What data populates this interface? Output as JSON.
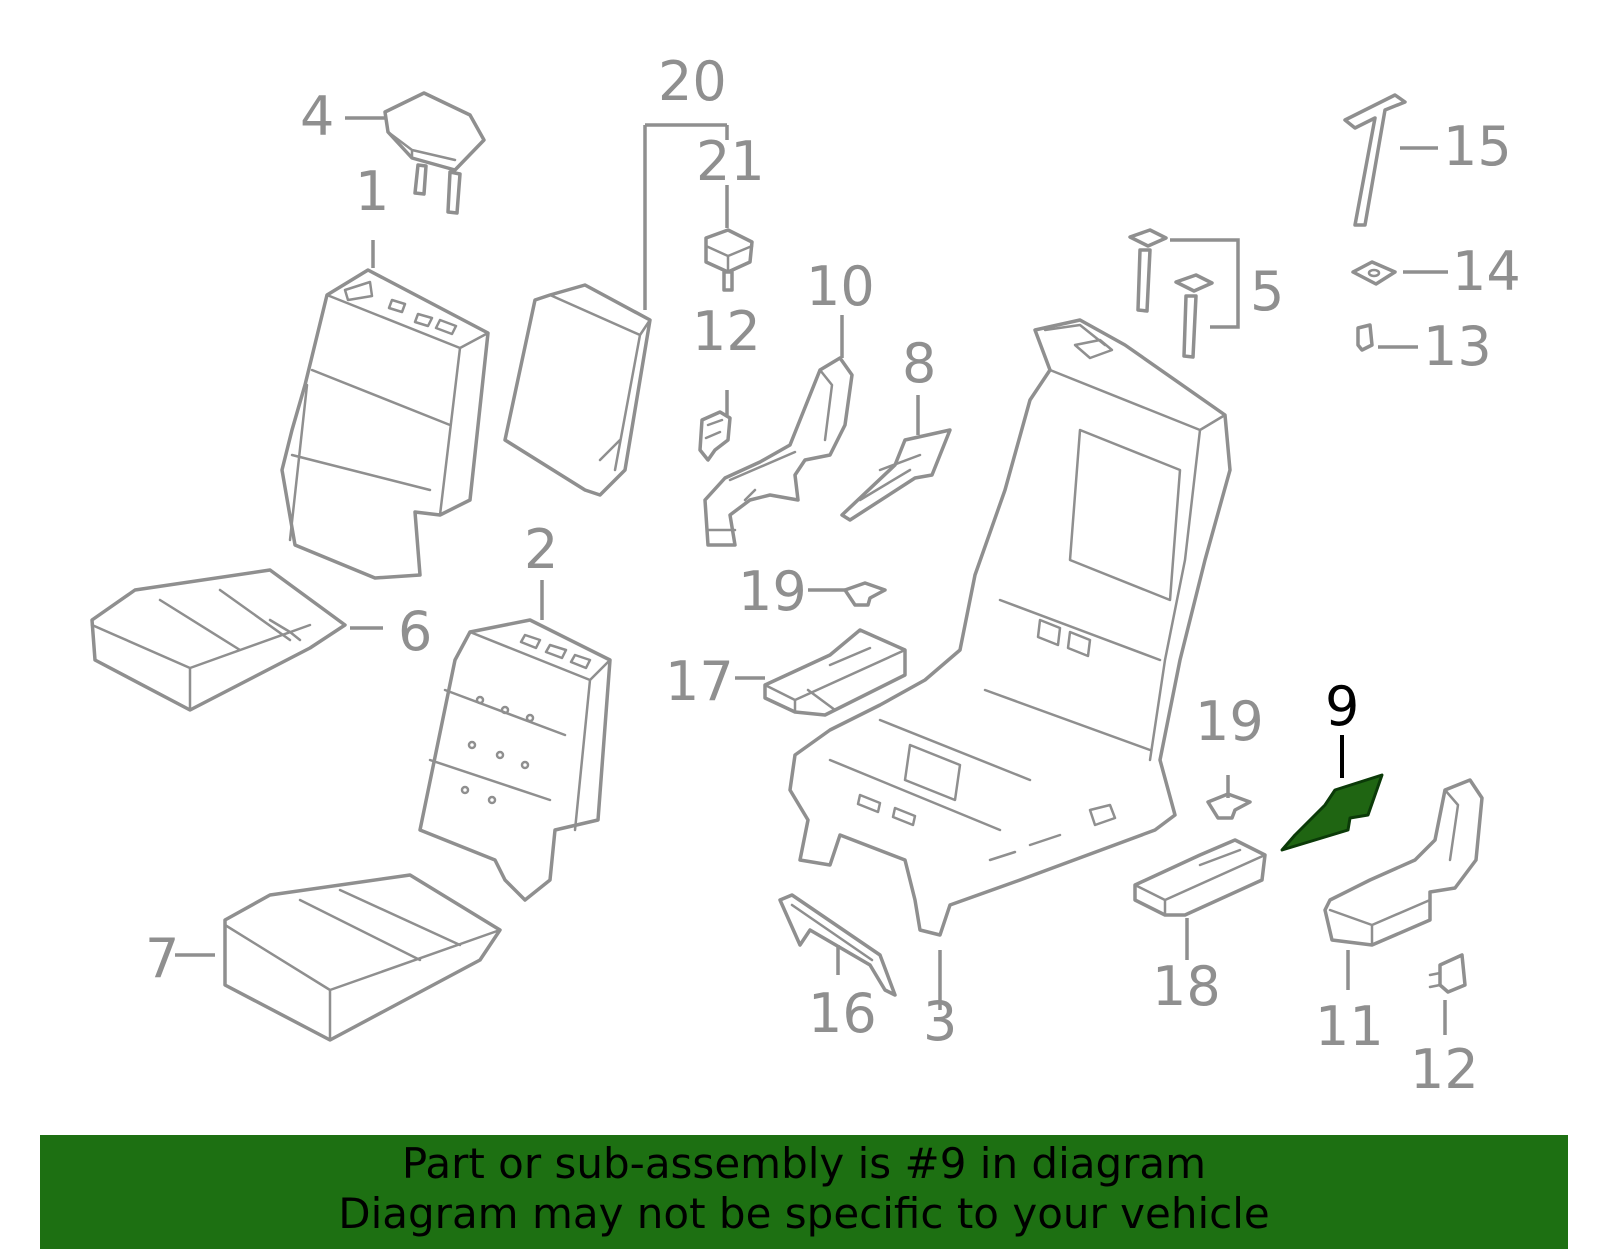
{
  "callouts": {
    "c1": "1",
    "c2": "2",
    "c3": "3",
    "c4": "4",
    "c5": "5",
    "c6": "6",
    "c7": "7",
    "c8": "8",
    "c9": "9",
    "c10": "10",
    "c11": "11",
    "c12a": "12",
    "c12b": "12",
    "c13": "13",
    "c14": "14",
    "c15": "15",
    "c16": "16",
    "c17": "17",
    "c18": "18",
    "c19a": "19",
    "c19b": "19",
    "c20": "20",
    "c21": "21"
  },
  "highlighted_part": "9",
  "colors": {
    "highlight": "#1f6512",
    "banner": "#1d7012",
    "line": "#8f8f8f"
  },
  "banner": {
    "line1": "Part or sub-assembly is #9 in diagram",
    "line2": "Diagram may not be specific to your vehicle"
  }
}
